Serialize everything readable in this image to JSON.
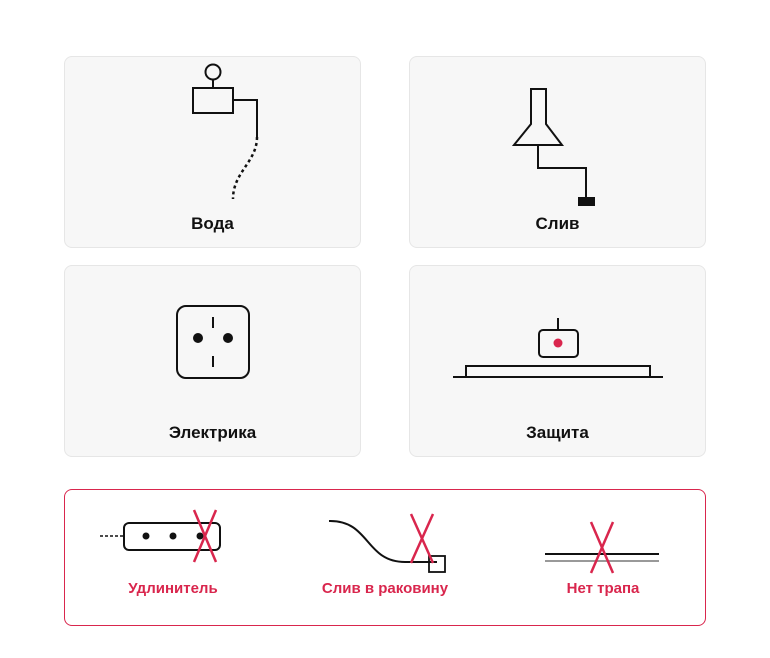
{
  "accent_color": "#d9264d",
  "cards": [
    {
      "label": "Вода",
      "icon": "water-supply-icon"
    },
    {
      "label": "Слив",
      "icon": "drain-icon"
    },
    {
      "label": "Электрика",
      "icon": "socket-icon"
    },
    {
      "label": "Защита",
      "icon": "leak-protection-icon"
    }
  ],
  "warnings": [
    {
      "label": "Удлинитель",
      "icon": "extension-cord-crossed-icon"
    },
    {
      "label": "Слив в раковину",
      "icon": "drain-to-sink-crossed-icon"
    },
    {
      "label": "Нет трапа",
      "icon": "no-floor-drain-crossed-icon"
    }
  ]
}
